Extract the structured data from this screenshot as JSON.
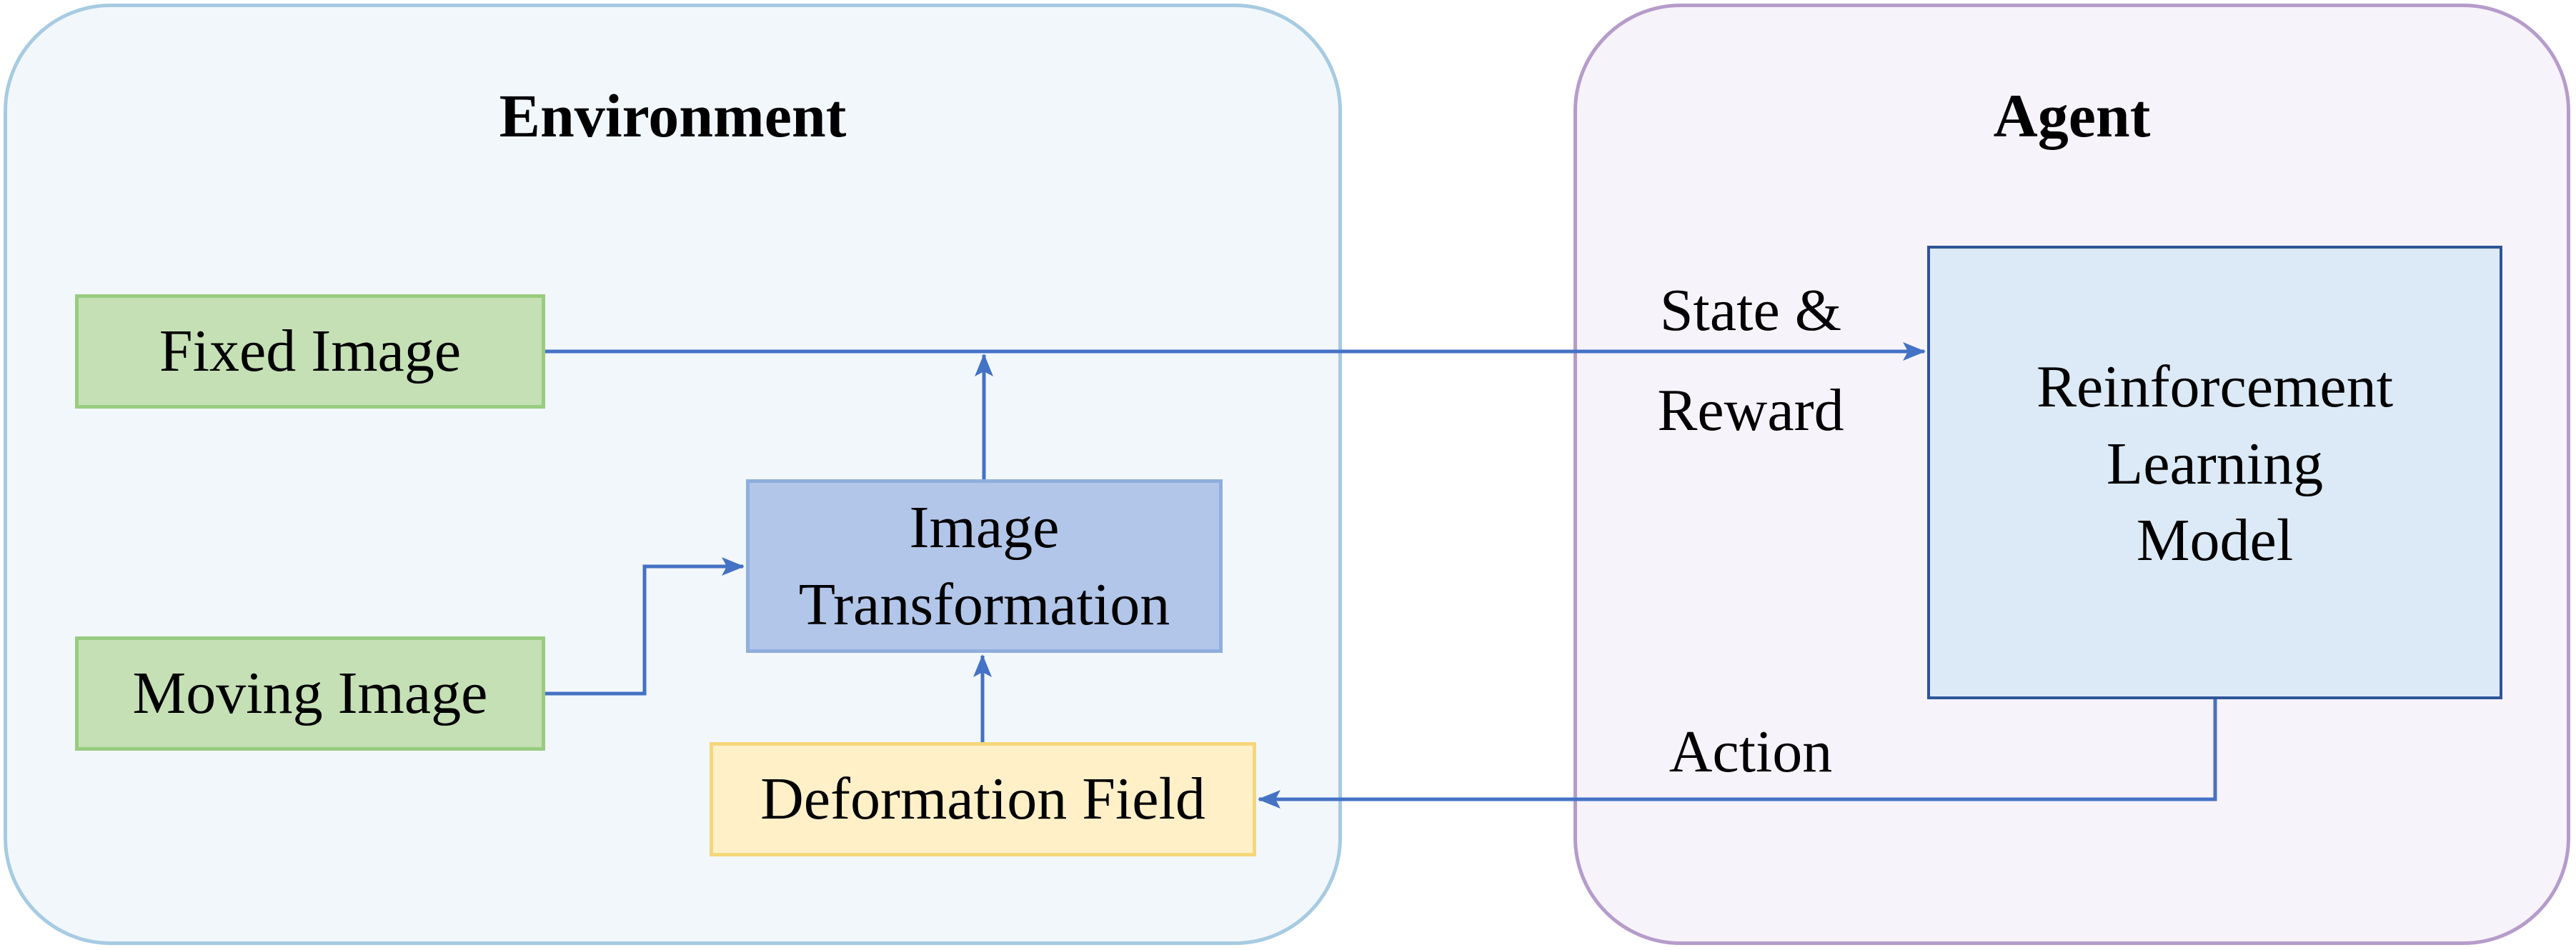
{
  "regions": {
    "environment": {
      "title": "Environment"
    },
    "agent": {
      "title": "Agent"
    }
  },
  "nodes": {
    "fixed_image": "Fixed Image",
    "moving_image": "Moving Image",
    "image_transformation": [
      "Image",
      "Transformation"
    ],
    "deformation_field": "Deformation Field",
    "rl_model": [
      "Reinforcement",
      "Learning",
      "Model"
    ]
  },
  "edge_labels": {
    "state_reward": [
      "State &",
      "Reward"
    ],
    "action": "Action"
  },
  "colors": {
    "arrow": "#4472c4",
    "environment_fill": "#f2f7fb",
    "agent_fill": "#f7f3fa",
    "input_fill": "#c5e0b5",
    "transform_fill": "#b2c6e9",
    "deformation_fill": "#fff0c8",
    "model_fill": "#dce9f6"
  }
}
